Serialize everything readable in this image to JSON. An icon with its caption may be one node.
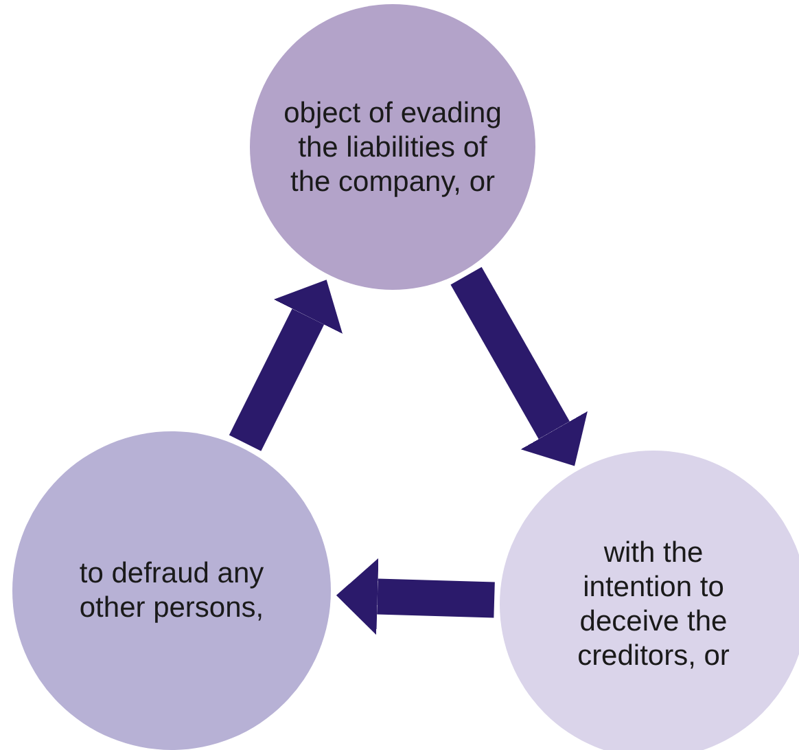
{
  "diagram": {
    "nodes": [
      {
        "text": [
          "object of evading the liabilities of the company, or"
        ]
      },
      {
        "text": [
          "to defraud any other persons,"
        ]
      },
      {
        "text": [
          "with the intention to deceive the creditors, or"
        ]
      }
    ],
    "edges": [
      {
        "from": 0,
        "to": 2,
        "arrow": "to"
      },
      {
        "from": 2,
        "to": 1,
        "arrow": "to"
      },
      {
        "from": 1,
        "to": 0,
        "arrow": "to"
      }
    ]
  }
}
